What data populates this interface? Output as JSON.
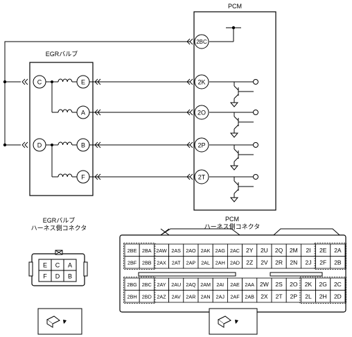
{
  "pcm": {
    "title": "PCM",
    "pins": [
      "2BC",
      "2K",
      "2O",
      "2P",
      "2T"
    ]
  },
  "egr_valve": {
    "title": "EGRバルブ",
    "left_terminals": [
      "C",
      "D"
    ],
    "right_terminals": [
      "E",
      "A",
      "B",
      "F"
    ]
  },
  "connectors": {
    "egr_caption_line1": "EGRバルブ",
    "egr_caption_line2": "ハーネス側コネクタ",
    "pcm_caption_line1": "PCM",
    "pcm_caption_line2": "ハーネス側コネクタ",
    "egr_rows": [
      [
        "E",
        "C",
        "A"
      ],
      [
        "F",
        "D",
        "B"
      ]
    ],
    "pcm_upper_rows": [
      [
        "2BE",
        "2BA",
        "2AW",
        "2AS",
        "2AO",
        "2AK",
        "2AG",
        "2AC",
        "2Y",
        "2U",
        "2Q",
        "2M",
        "2I",
        "2E",
        "2A"
      ],
      [
        "2BF",
        "2BB",
        "2AX",
        "2AT",
        "2AP",
        "2AL",
        "2AH",
        "2AD",
        "2Z",
        "2V",
        "2R",
        "2N",
        "2J",
        "2F",
        "2B"
      ]
    ],
    "pcm_lower_rows": [
      [
        "2BG",
        "2BC",
        "2AY",
        "2AU",
        "2AQ",
        "2AM",
        "2AI",
        "2AE",
        "2AA",
        "2W",
        "2S",
        "2O",
        "2K",
        "2G",
        "2C"
      ],
      [
        "2BH",
        "2BD",
        "2AZ",
        "2AV",
        "2AR",
        "2AN",
        "2AJ",
        "2AF",
        "2AB",
        "2X",
        "2T",
        "2P",
        "2L",
        "2H",
        "2D"
      ]
    ]
  }
}
